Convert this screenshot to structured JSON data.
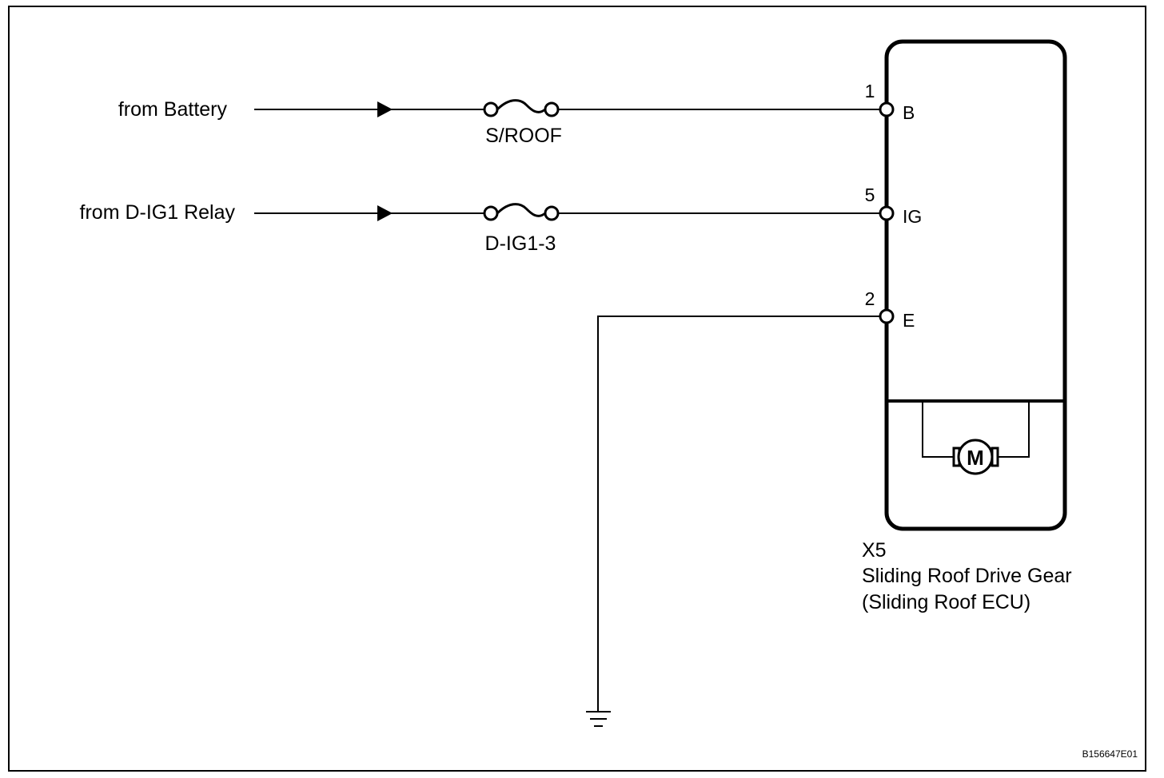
{
  "colors": {
    "background": "#ffffff",
    "ink": "#000000"
  },
  "sources": [
    {
      "label": "from Battery",
      "fuse": "S/ROOF",
      "pin_number": "1",
      "pin_name": "B"
    },
    {
      "label": "from D-IG1 Relay",
      "fuse": "D-IG1-3",
      "pin_number": "5",
      "pin_name": "IG"
    }
  ],
  "ground_pin": {
    "pin_number": "2",
    "pin_name": "E"
  },
  "component": {
    "connector": "X5",
    "name": "Sliding Roof Drive Gear",
    "subname": "(Sliding Roof ECU)",
    "motor_label": "M"
  },
  "ground_symbol": "ground-icon",
  "figure_ref": "B156647E01"
}
